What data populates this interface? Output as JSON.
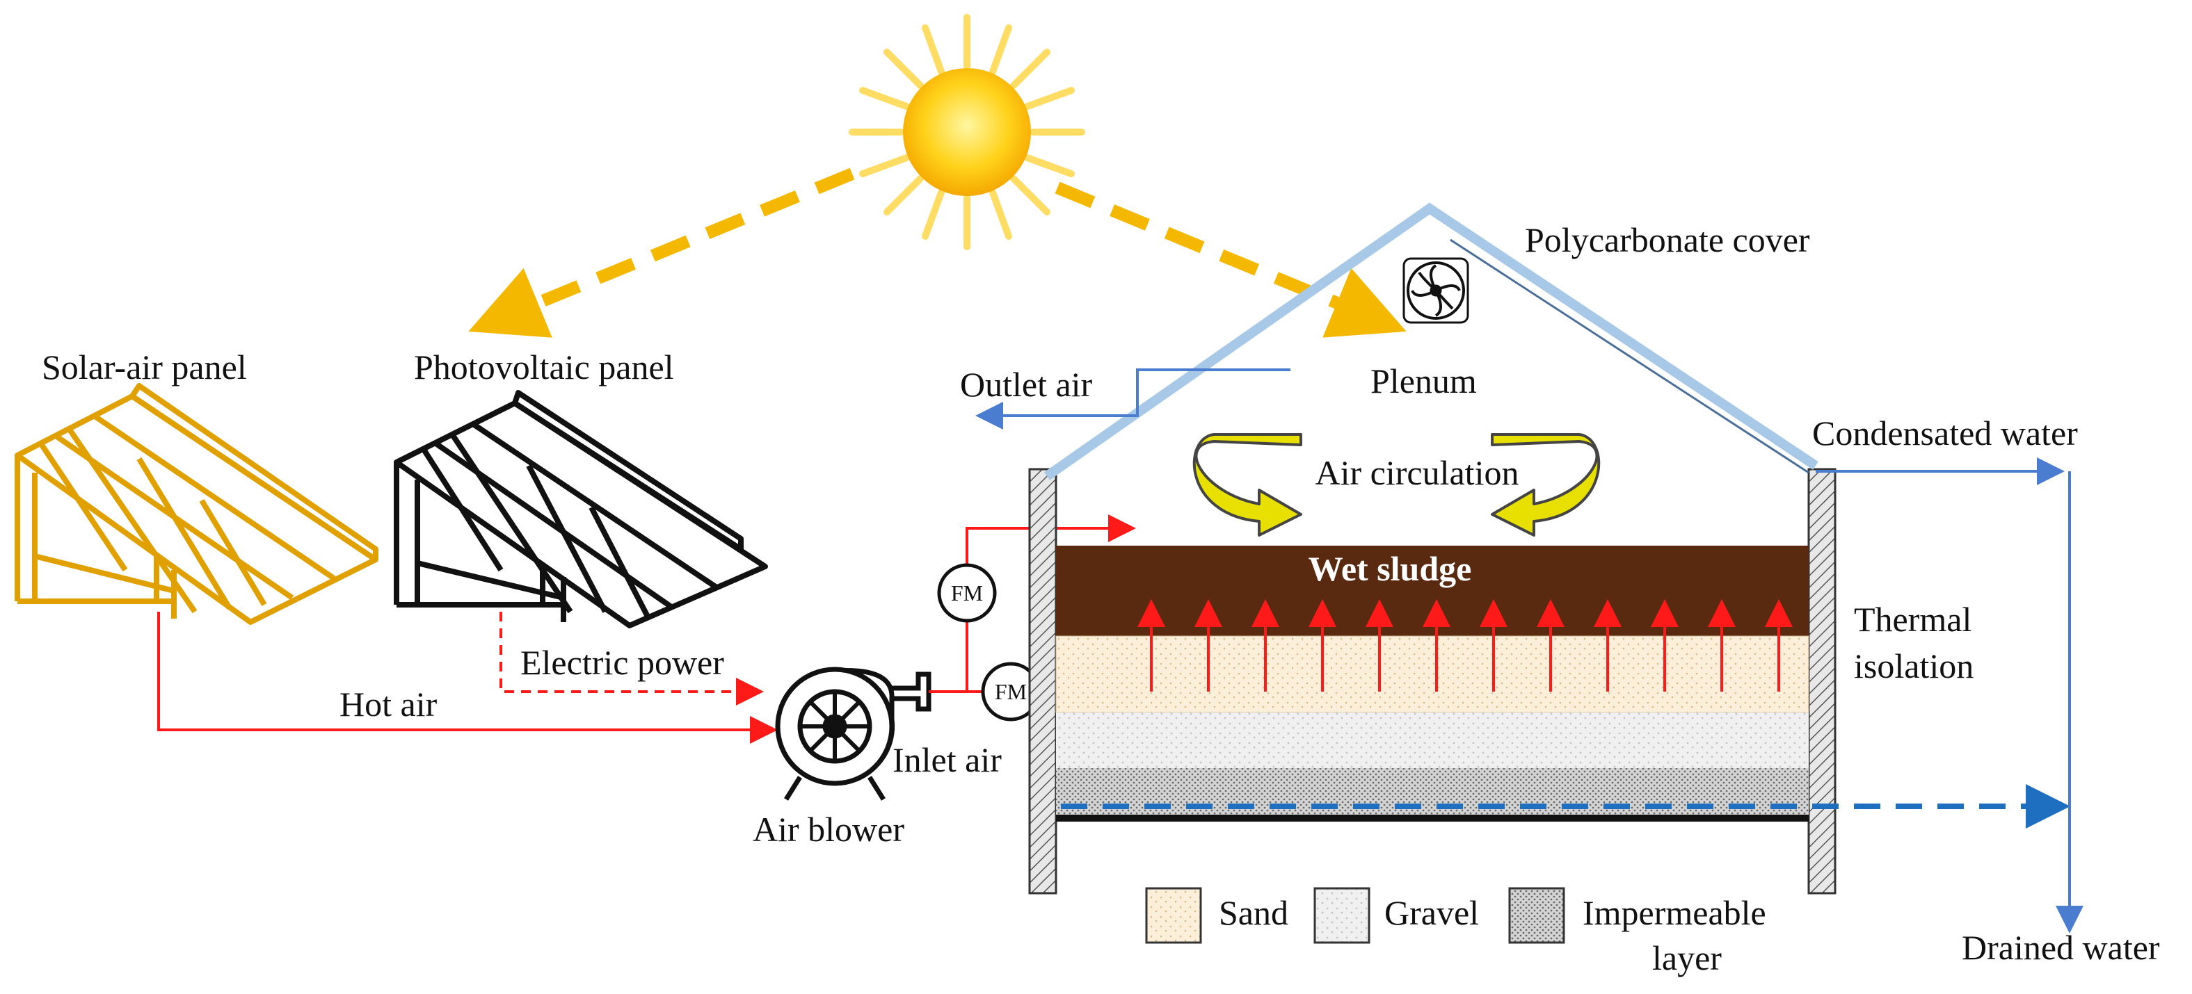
{
  "labels": {
    "solar_air_panel": "Solar-air panel",
    "photovoltaic_panel": "Photovoltaic panel",
    "polycarbonate_cover": "Polycarbonate cover",
    "outlet_air": "Outlet air",
    "plenum": "Plenum",
    "condensated_water": "Condensated water",
    "air_circulation": "Air circulation",
    "wet_sludge": "Wet sludge",
    "thermal_isolation_line1": "Thermal",
    "thermal_isolation_line2": "isolation",
    "electric_power": "Electric power",
    "hot_air": "Hot air",
    "inlet_air": "Inlet air",
    "air_blower": "Air blower",
    "flow_meter": "FM",
    "drained_water": "Drained water"
  },
  "legend": {
    "sand": "Sand",
    "gravel": "Gravel",
    "impermeable_line1": "Impermeable",
    "impermeable_line2": "layer"
  },
  "colors": {
    "sun": "#FFD21A",
    "sun_arrow": "#F5B800",
    "hot_air_line": "#FF1A1A",
    "cover": "#A8C8E8",
    "water_line": "#4A7CD0",
    "wet_sludge": "#5A2A10",
    "sand": "#FBEFD9",
    "gravel": "#EDEDED",
    "impermeable": "#D8D8D8",
    "solar_air_panel": "#E0A100",
    "circulation_arrow": "#E8E000"
  }
}
